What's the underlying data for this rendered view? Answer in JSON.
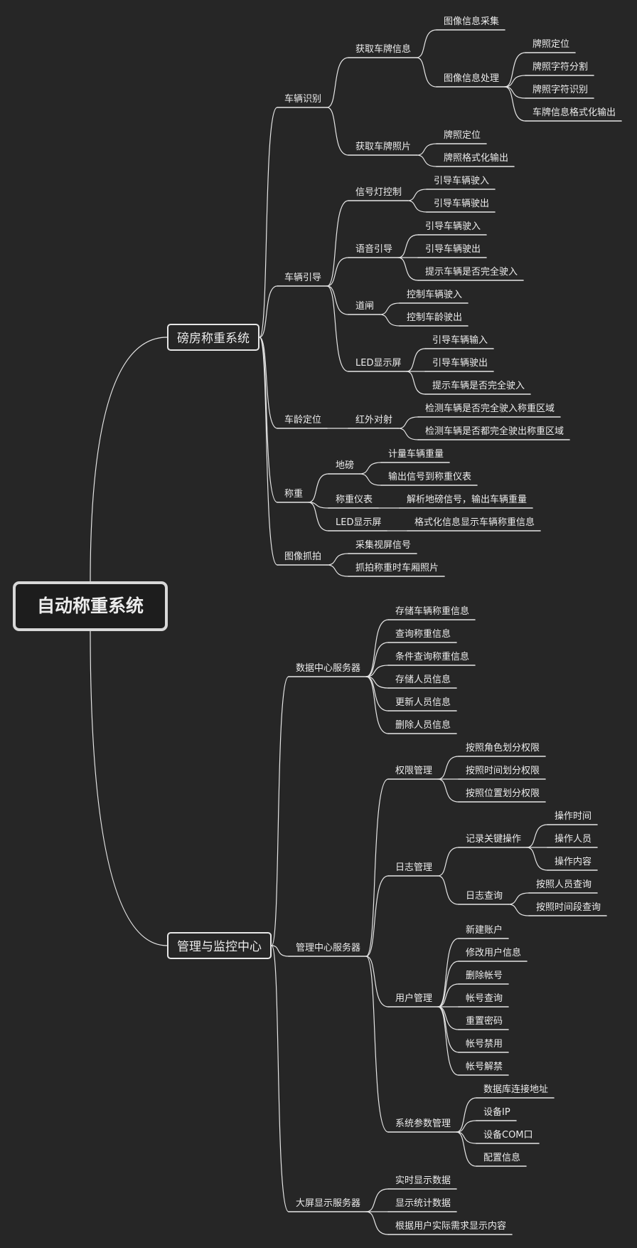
{
  "mindmap": {
    "root": "自动称重系统",
    "branches": {
      "weighroom": {
        "title": "磅房称重系统",
        "vehicle_recognition": {
          "title": "车辆识别",
          "plate_info": {
            "title": "获取车牌信息",
            "image_capture": "图像信息采集",
            "image_processing": {
              "title": "图像信息处理",
              "items": [
                "牌照定位",
                "牌照字符分割",
                "牌照字符识别",
                "车牌信息格式化输出"
              ]
            }
          },
          "plate_photo": {
            "title": "获取车牌照片",
            "items": [
              "牌照定位",
              "牌照格式化输出"
            ]
          }
        },
        "vehicle_guide": {
          "title": "车辆引导",
          "signal_light": {
            "title": "信号灯控制",
            "items": [
              "引导车辆驶入",
              "引导车辆驶出"
            ]
          },
          "voice_guide": {
            "title": "语音引导",
            "items": [
              "引导车辆驶入",
              "引导车辆驶出",
              "提示车辆是否完全驶入"
            ]
          },
          "barrier_gate": {
            "title": "道闸",
            "items": [
              "控制车辆驶入",
              "控制车龄驶出"
            ]
          },
          "led_screen": {
            "title": "LED显示屏",
            "items": [
              "引导车辆输入",
              "引导车辆驶出",
              "提示车辆是否完全驶入"
            ]
          }
        },
        "vehicle_position": {
          "title": "车龄定位",
          "infrared": {
            "title": "红外对射",
            "items": [
              "检测车辆是否完全驶入称重区域",
              "检测车辆是否都完全驶出称重区域"
            ]
          }
        },
        "weighing": {
          "title": "称重",
          "scale": {
            "title": "地磅",
            "items": [
              "计量车辆重量",
              "输出信号到称重仪表"
            ]
          },
          "indicator": {
            "title": "称重仪表",
            "items": [
              "解析地磅信号，输出车辆重量"
            ]
          },
          "led": {
            "title": "LED显示屏",
            "items": [
              "格式化信息显示车辆称重信息"
            ]
          }
        },
        "image_snapshot": {
          "title": "图像抓拍",
          "items": [
            "采集视屏信号",
            "抓拍称重时车厢照片"
          ]
        }
      },
      "management": {
        "title": "管理与监控中心",
        "data_center": {
          "title": "数据中心服务器",
          "items": [
            "存储车辆称重信息",
            "查询称重信息",
            "条件查询称重信息",
            "存储人员信息",
            "更新人员信息",
            "删除人员信息"
          ]
        },
        "mgmt_server": {
          "title": "管理中心服务器",
          "permissions": {
            "title": "权限管理",
            "items": [
              "按照角色划分权限",
              "按照时间划分权限",
              "按照位置划分权限"
            ]
          },
          "logs": {
            "title": "日志管理",
            "record": {
              "title": "记录关键操作",
              "items": [
                "操作时间",
                "操作人员",
                "操作内容"
              ]
            },
            "query": {
              "title": "日志查询",
              "items": [
                "按照人员查询",
                "按照时间段查询"
              ]
            }
          },
          "users": {
            "title": "用户管理",
            "items": [
              "新建账户",
              "修改用户信息",
              "删除帐号",
              "帐号查询",
              "重置密码",
              "帐号禁用",
              "帐号解禁"
            ]
          },
          "sys_params": {
            "title": "系统参数管理",
            "items": [
              "数据库连接地址",
              "设备IP",
              "设备COM口",
              "配置信息"
            ]
          }
        },
        "display_server": {
          "title": "大屏显示服务器",
          "items": [
            "实时显示数据",
            "显示统计数据",
            "根据用户实际需求显示内容"
          ]
        }
      }
    },
    "colors": {
      "background": "#262626",
      "line": "#e6e6e6",
      "text": "#ececec"
    }
  }
}
